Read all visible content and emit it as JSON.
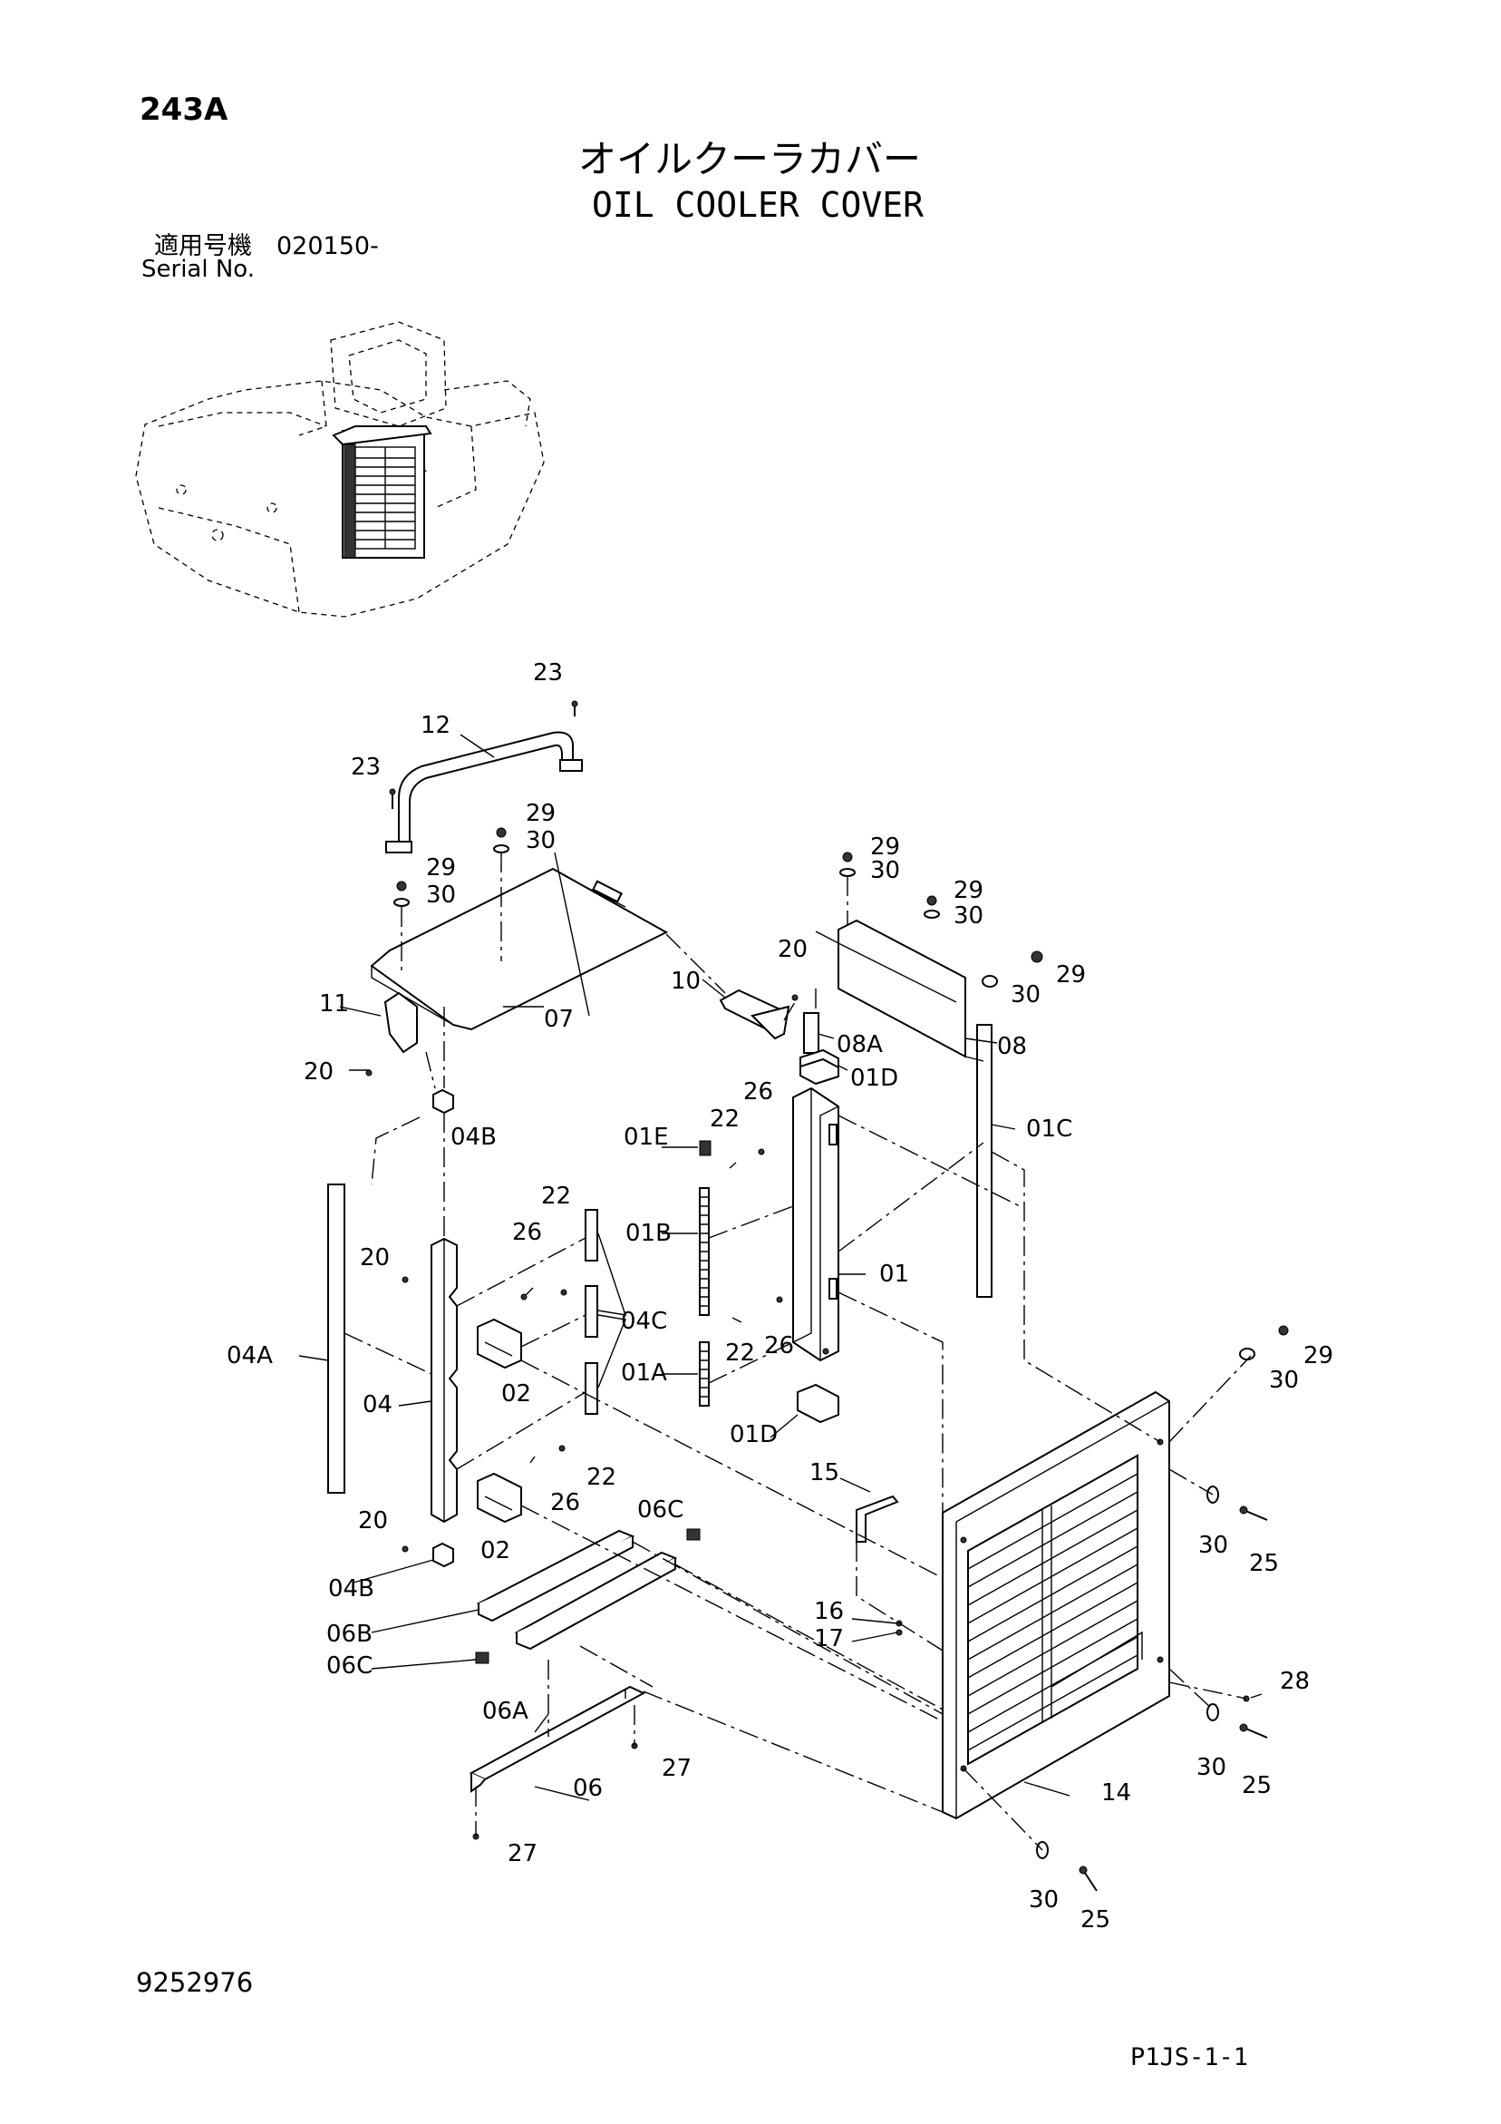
{
  "header": {
    "page_code": "243A",
    "title_jp": "オイルクーラカバー",
    "title_en": "OIL COOLER COVER",
    "serial_jp": "適用号機　020150-",
    "serial_en": "Serial No."
  },
  "footer": {
    "doc_number": "9252976",
    "sheet_code": "P1JS-1-1"
  },
  "callouts": {
    "c23a": "23",
    "c12": "12",
    "c23b": "23",
    "c29a": "29",
    "c30a": "30",
    "c29b": "29",
    "c30b": "30",
    "c29c": "29",
    "c30c": "30",
    "c29d": "29",
    "c30d": "30",
    "c20a": "20",
    "c29e": "29",
    "c30e": "30",
    "c10": "10",
    "c11": "11",
    "c07": "07",
    "c08": "08",
    "c20b": "20",
    "c08A": "08A",
    "c26a": "26",
    "c01Da": "01D",
    "c04Ba": "04B",
    "c22a": "22",
    "c01E": "01E",
    "c01C": "01C",
    "c22b": "22",
    "c26b": "26",
    "c01B": "01B",
    "c20c": "20",
    "c01": "01",
    "c04C": "04C",
    "c04A": "04A",
    "c22c": "22",
    "c26c": "26",
    "c01A": "01A",
    "c02a": "02",
    "c04": "04",
    "c01Db": "01D",
    "c29f": "29",
    "c30f": "30",
    "c15": "15",
    "c22d": "22",
    "c26d": "26",
    "c06Ca": "06C",
    "c20d": "20",
    "c02b": "02",
    "c30g": "30",
    "c25a": "25",
    "c04Bb": "04B",
    "c16": "16",
    "c17": "17",
    "c06B": "06B",
    "c06Cb": "06C",
    "c28": "28",
    "c06A": "06A",
    "c27a": "27",
    "c06": "06",
    "c30h": "30",
    "c25b": "25",
    "c14": "14",
    "c27b": "27",
    "c30i": "30",
    "c25c": "25"
  }
}
